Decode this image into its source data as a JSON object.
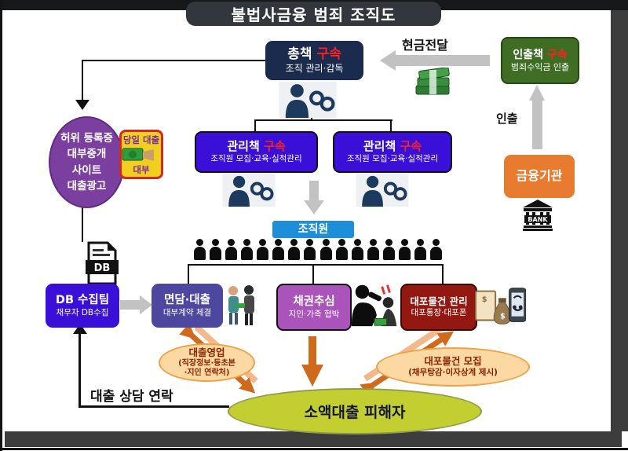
{
  "title": "불법사금융 범죄 조직도",
  "colors": {
    "frame": "#3d3d3d",
    "arrest_red": "#ff1f1f",
    "gray_arrow": "#c2c2c2",
    "orange_dark": "#cf6a1d",
    "orange_light": "#f4b98b",
    "boss_bg": "#1b2b4e",
    "manager_bg": "#3a10d8",
    "member_bg": "#1e8ed8",
    "withdrawer_bg": "#3f6d24",
    "bank_bg": "#e77b2f",
    "circle_bg": "#7b3fa0",
    "sticker_bg": "#f2cf1f",
    "sticker_border": "#d8271a",
    "sticker_text": "#7b2da0",
    "db_bg": "#3a10d8",
    "interview_bg": "#4e479f",
    "collection_bg": "#a953bb",
    "goods_bg": "#921811",
    "callout_bg": "#fcd9a2",
    "callout_border": "#eda24a",
    "callout_text": "#8b2000",
    "victim_bg": "#c3cf30",
    "victim_border": "#8f9b4a",
    "victim_text": "#15153a"
  },
  "nodes": {
    "boss": {
      "label": "총책",
      "status": "구속",
      "desc": "조직 관리·감독"
    },
    "withdrawer": {
      "label": "인출책",
      "status": "구속",
      "desc": "범죄수익금 인출"
    },
    "manager_left": {
      "label": "관리책",
      "status": "구속",
      "desc": "조직원 모집·교육·실적관리"
    },
    "manager_right": {
      "label": "관리책",
      "status": "구속",
      "desc": "조직원 모집·교육·실적관리"
    },
    "members": {
      "label": "조직원",
      "count": 16
    },
    "fake_license": {
      "line1": "허위 등록증",
      "line2": "대부중개",
      "line3": "사이트",
      "line4": "대출광고"
    },
    "same_day_loan": {
      "top": "당일 대출",
      "bottom": "대부"
    },
    "db_icon": {
      "label": "DB"
    },
    "db_team": {
      "title": "DB 수집팀",
      "desc": "채무자 DB수집"
    },
    "interview": {
      "title": "면담·대출",
      "desc": "대부계약 체결"
    },
    "debt_collection": {
      "title": "채권추심",
      "desc": "지인·가족 협박"
    },
    "fraud_goods": {
      "title": "대포물건 관리",
      "desc": "대포통장·대포폰"
    },
    "bank": {
      "label": "금융기관",
      "icon_label": "BANK"
    },
    "victim": {
      "label": "소액대출 피해자"
    }
  },
  "labels": {
    "cash_delivery": "현금전달",
    "withdraw": "인출",
    "loan_consult_contact": "대출 상담 연락"
  },
  "callouts": {
    "loan_sales": {
      "line1": "대출영업",
      "line2": "(직장정보·등초본",
      "line3": "·지인 연락처)"
    },
    "goods_recruit": {
      "line1": "대포물건 모집",
      "line2": "(채무탕감·이자상계 제시)"
    }
  },
  "symbols": {
    "dollar": "$"
  }
}
